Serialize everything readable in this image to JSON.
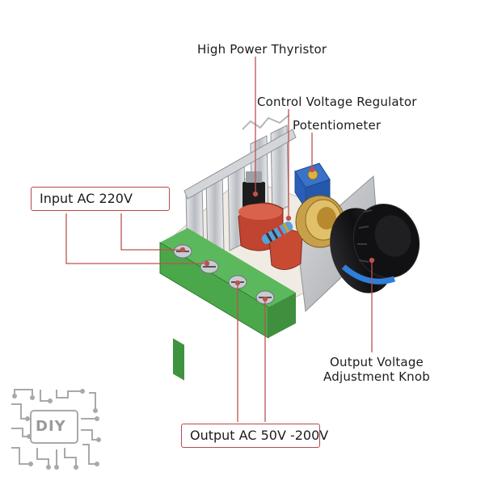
{
  "labels": {
    "thyristor": "High Power Thyristor",
    "regulator": "Control Voltage Regulator",
    "potentiometer": "Potentiometer",
    "knob_line1": "Output Voltage",
    "knob_line2": "Adjustment Knob",
    "input": "Input AC 220V",
    "output": "Output AC 50V -200V"
  },
  "logo": {
    "text": "DIY"
  },
  "colors": {
    "leader_line": "#c0504d",
    "terminal_green": "#4aa84a",
    "heatsink": "#c9ccd0",
    "capacitor_red": "#c0442f",
    "knob_black": "#1d1d1f",
    "knob_blue": "#2f7fd8",
    "pot_blue": "#2a5fb8"
  }
}
